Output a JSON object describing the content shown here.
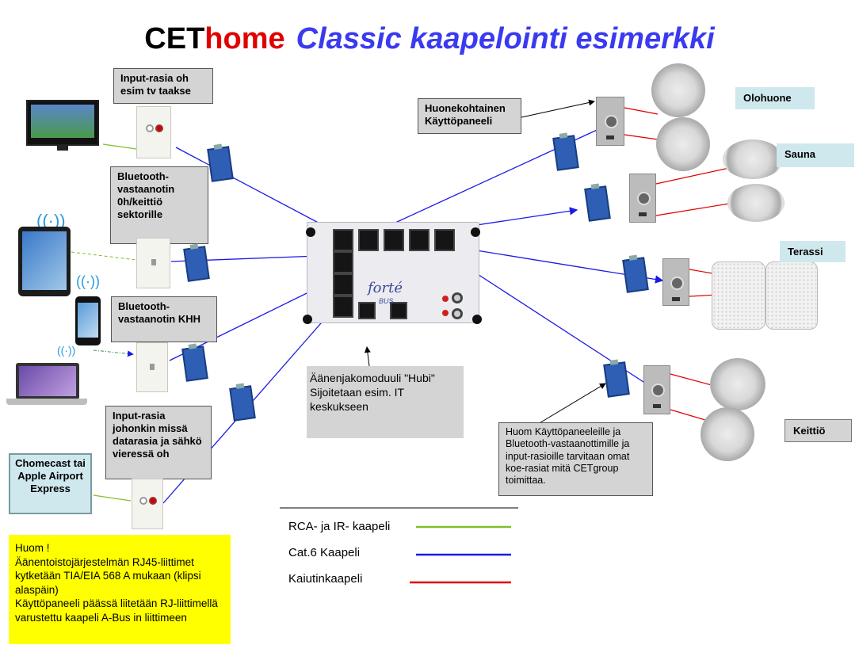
{
  "title": {
    "part1": "CET",
    "part2": "home",
    "part3": "Classic kaapelointi esimerkki"
  },
  "labels": {
    "input_tv": "Input-rasia oh esim tv taakse",
    "bt_oh": "Bluetooth-vastaanotin 0h/keittiö sektorille",
    "bt_khh": "Bluetooth-vastaanotin KHH",
    "input_any": "Input-rasia johonkin missä datarasia ja sähkö vieressä oh",
    "chromecast": "Chomecast tai Apple Airport Express",
    "panel": "Huonekohtainen Käyttöpaneeli",
    "hub_note_1": "Äänenjakomoduuli  \"Hubi\"",
    "hub_note_2": "Sijoitetaan esim. IT keskukseen",
    "huom_right": "Huom Käyttöpaneeleille ja Bluetooth-vastaanottimille ja input-rasioille tarvitaan omat koe-rasiat mitä CETgroup toimittaa."
  },
  "rooms": {
    "olohuone": "Olohuone",
    "sauna": "Sauna",
    "terassi": "Terassi",
    "keittio": "Keittiö"
  },
  "yellow_note": [
    "Huom !",
    "Äänentoistojärjestelmän RJ45-liittimet kytketään TIA/EIA 568 A mukaan (klipsi alaspäin)",
    "Käyttöpaneeli päässä liitetään RJ-liittimellä varustettu kaapeli A-Bus in liittimeen"
  ],
  "legend": {
    "rca": "RCA- ja IR- kaapeli",
    "cat6": "Cat.6 Kaapeli",
    "speaker": "Kaiutinkaapeli"
  },
  "colors": {
    "rca": "#7dc12a",
    "cat6": "#1a1ae6",
    "speaker": "#e00000",
    "title_home": "#e00000",
    "title_rest": "#3a3af0"
  },
  "hub_brand": {
    "logo": "forté",
    "sub": "BUS"
  }
}
